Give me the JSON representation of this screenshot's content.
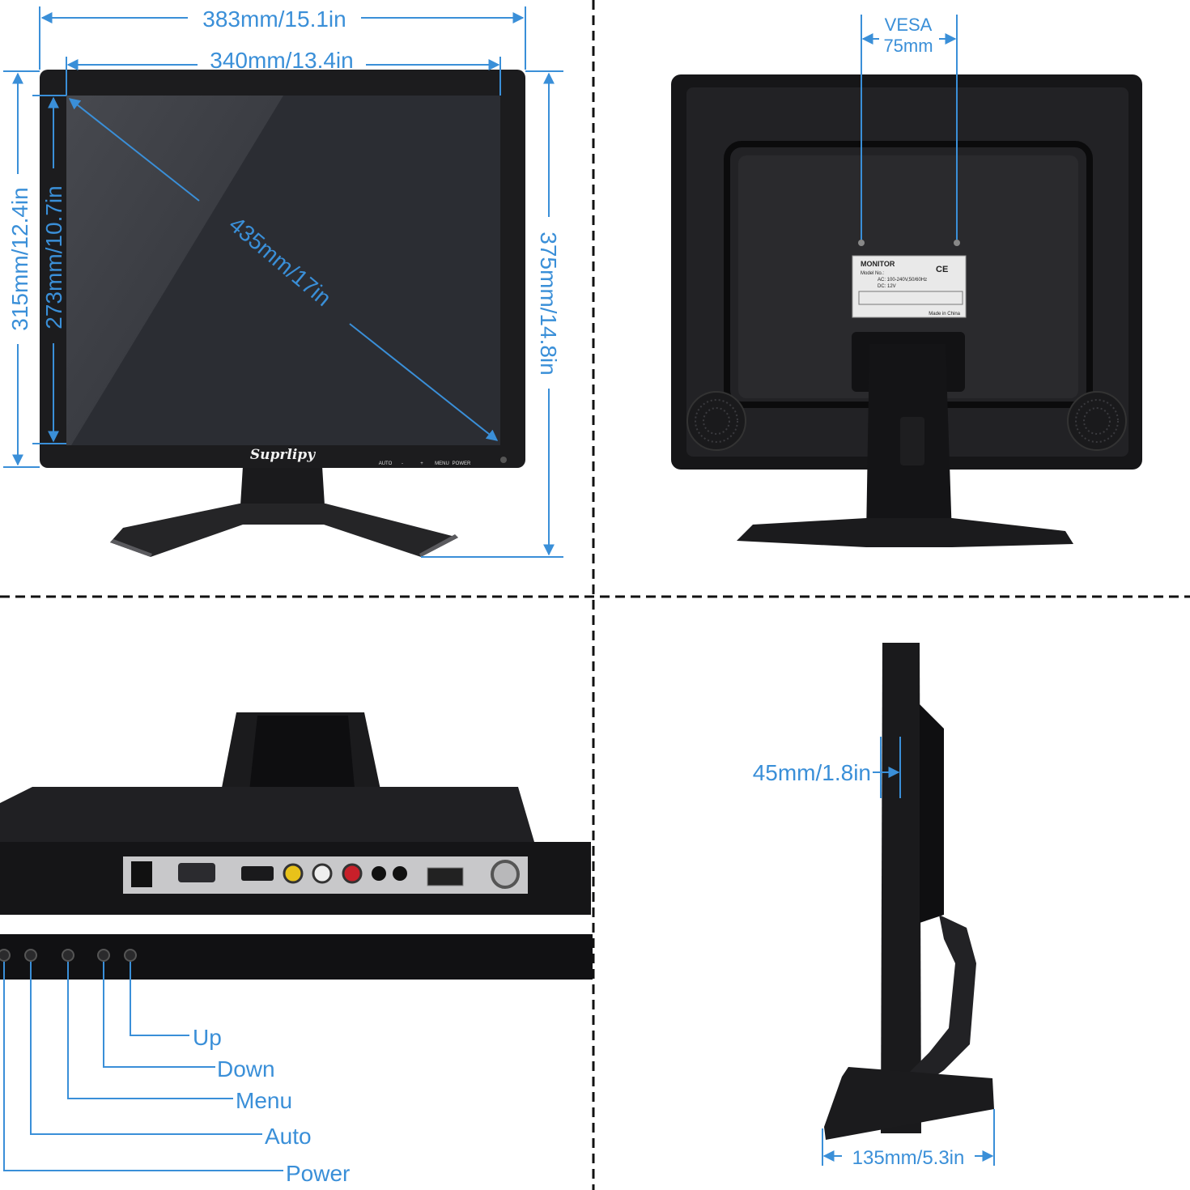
{
  "front": {
    "brand": "Suprlipy",
    "buttons": {
      "auto": "AUTO",
      "minus": "-",
      "plus": "+",
      "menu": "MENU",
      "power": "POWER"
    },
    "dims": {
      "overall_width": "383mm/15.1in",
      "screen_width": "340mm/13.4in",
      "overall_height": "315mm/12.4in",
      "screen_height": "273mm/10.7in",
      "diagonal": "435mm/17in",
      "height_with_stand": "375mm/14.8in"
    }
  },
  "back": {
    "vesa_title": "VESA",
    "vesa_size": "75mm",
    "label": {
      "title": "MONITOR",
      "model": "Model No.:",
      "ac": "AC:  100-240V,50/60Hz",
      "dc": "DC:  12V",
      "made_in": "Made in China"
    }
  },
  "side": {
    "depth": "45mm/1.8in",
    "base_depth": "135mm/5.3in"
  },
  "controls": {
    "up": "Up",
    "down": "Down",
    "menu": "Menu",
    "auto": "Auto",
    "power": "Power"
  },
  "colors": {
    "dimension_blue": "#3a8fd8",
    "bezel": "#1c1c1e",
    "screen": "#2b2d33",
    "label_text": "#555555"
  }
}
